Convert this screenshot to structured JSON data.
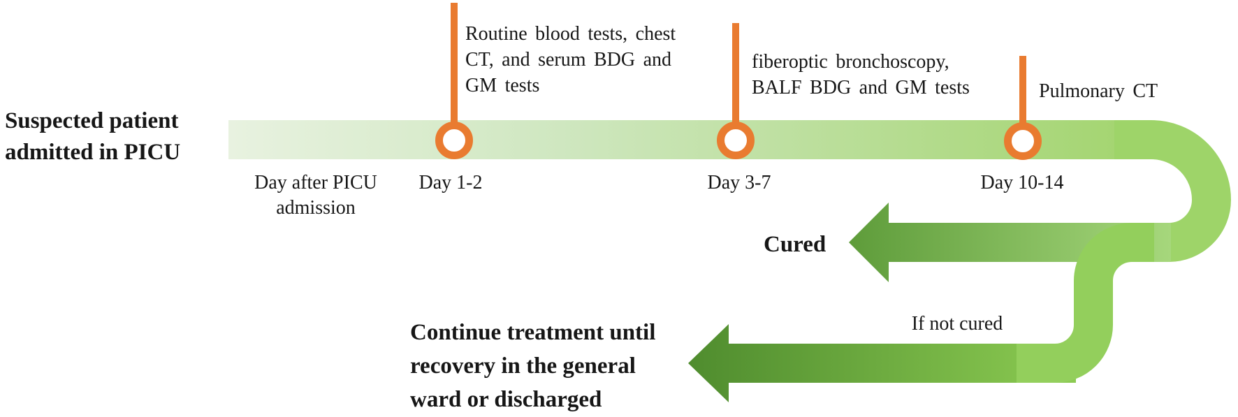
{
  "diagram": {
    "patient_label_lines": [
      "Suspected patient",
      "admitted in PICU"
    ],
    "timeline": {
      "start_day_lines": [
        "Day after PICU",
        "admission"
      ],
      "events": [
        {
          "label_lines": [
            "Routine blood tests, chest",
            "CT, and serum BDG and",
            "GM tests"
          ],
          "day": "Day 1-2"
        },
        {
          "label_lines": [
            "fiberoptic bronchoscopy,",
            "BALF BDG and GM tests"
          ],
          "day": "Day 3-7"
        },
        {
          "label_lines": [
            "Pulmonary CT"
          ],
          "day": "Day 10-14"
        }
      ]
    },
    "outcomes": {
      "cured_label": "Cured",
      "not_cured_label": "If not cured",
      "continue_label_lines": [
        "Continue treatment until",
        "recovery in the general",
        "ward or discharged"
      ]
    },
    "colors": {
      "marker_orange": "#e97b30",
      "timeline_start": "#e8f2e0",
      "timeline_mid": "#cfe7c0",
      "timeline_end": "#a2d46d",
      "pipe_green": "#9ed469",
      "branch_green": "#93cf5c",
      "cured_arrow_dark": "#5e9c3a",
      "cured_arrow_light": "#a6d77c",
      "continue_arrow_dark": "#4f8c2e",
      "continue_arrow_light": "#8ccb52",
      "marker_fill": "#ffffff"
    }
  }
}
